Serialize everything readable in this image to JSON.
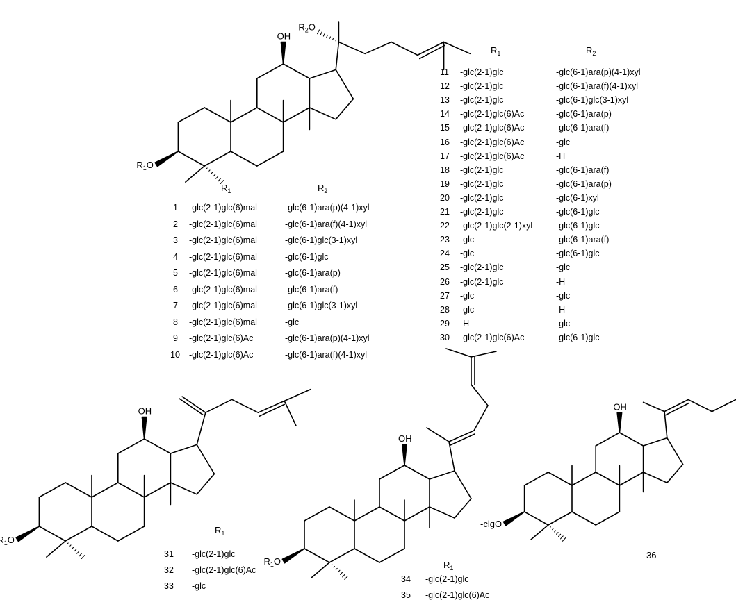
{
  "structures": [
    {
      "id": "A",
      "oh": "OH",
      "r1o": "R1O",
      "r2o": "R2O"
    },
    {
      "id": "B",
      "oh": "OH",
      "r1o": "R1O"
    },
    {
      "id": "C",
      "oh": "OH",
      "r1o": "R1O"
    },
    {
      "id": "D",
      "oh": "OH",
      "r1o": "-clgO",
      "compound": "36"
    }
  ],
  "tableA": {
    "col_r1": "R1",
    "col_r2": "R2",
    "rows": [
      {
        "n": "1",
        "r1": "-glc(2-1)glc(6)mal",
        "r2": "-glc(6-1)ara(p)(4-1)xyl"
      },
      {
        "n": "2",
        "r1": "-glc(2-1)glc(6)mal",
        "r2": "-glc(6-1)ara(f)(4-1)xyl"
      },
      {
        "n": "3",
        "r1": "-glc(2-1)glc(6)mal",
        "r2": "-glc(6-1)glc(3-1)xyl"
      },
      {
        "n": "4",
        "r1": "-glc(2-1)glc(6)mal",
        "r2": "-glc(6-1)glc"
      },
      {
        "n": "5",
        "r1": "-glc(2-1)glc(6)mal",
        "r2": "-glc(6-1)ara(p)"
      },
      {
        "n": "6",
        "r1": "-glc(2-1)glc(6)mal",
        "r2": "-glc(6-1)ara(f)"
      },
      {
        "n": "7",
        "r1": "-glc(2-1)glc(6)mal",
        "r2": "-glc(6-1)glc(3-1)xyl"
      },
      {
        "n": "8",
        "r1": "-glc(2-1)glc(6)mal",
        "r2": "-glc"
      },
      {
        "n": "9",
        "r1": "-glc(2-1)glc(6)Ac",
        "r2": "-glc(6-1)ara(p)(4-1)xyl"
      },
      {
        "n": "10",
        "r1": "-glc(2-1)glc(6)Ac",
        "r2": "-glc(6-1)ara(f)(4-1)xyl"
      }
    ]
  },
  "tableB": {
    "col_r1": "R1",
    "col_r2": "R2",
    "rows": [
      {
        "n": "11",
        "r1": "-glc(2-1)glc",
        "r2": "-glc(6-1)ara(p)(4-1)xyl"
      },
      {
        "n": "12",
        "r1": "-glc(2-1)glc",
        "r2": "-glc(6-1)ara(f)(4-1)xyl"
      },
      {
        "n": "13",
        "r1": "-glc(2-1)glc",
        "r2": "-glc(6-1)glc(3-1)xyl"
      },
      {
        "n": "14",
        "r1": "-glc(2-1)glc(6)Ac",
        "r2": "-glc(6-1)ara(p)"
      },
      {
        "n": "15",
        "r1": "-glc(2-1)glc(6)Ac",
        "r2": "-glc(6-1)ara(f)"
      },
      {
        "n": "16",
        "r1": "-glc(2-1)glc(6)Ac",
        "r2": "-glc"
      },
      {
        "n": "17",
        "r1": "-glc(2-1)glc(6)Ac",
        "r2": "-H"
      },
      {
        "n": "18",
        "r1": "-glc(2-1)glc",
        "r2": "-glc(6-1)ara(f)"
      },
      {
        "n": "19",
        "r1": "-glc(2-1)glc",
        "r2": "-glc(6-1)ara(p)"
      },
      {
        "n": "20",
        "r1": "-glc(2-1)glc",
        "r2": "-glc(6-1)xyl"
      },
      {
        "n": "21",
        "r1": "-glc(2-1)glc",
        "r2": "-glc(6-1)glc"
      },
      {
        "n": "22",
        "r1": "-glc(2-1)glc(2-1)xyl",
        "r2": "-glc(6-1)glc"
      },
      {
        "n": "23",
        "r1": "-glc",
        "r2": "-glc(6-1)ara(f)"
      },
      {
        "n": "24",
        "r1": "-glc",
        "r2": "-glc(6-1)glc"
      },
      {
        "n": "25",
        "r1": "-glc(2-1)glc",
        "r2": "-glc"
      },
      {
        "n": "26",
        "r1": "-glc(2-1)glc",
        "r2": "-H"
      },
      {
        "n": "27",
        "r1": "-glc",
        "r2": "-glc"
      },
      {
        "n": "28",
        "r1": "-glc",
        "r2": "-H"
      },
      {
        "n": "29",
        "r1": "-H",
        "r2": "-glc"
      },
      {
        "n": "30",
        "r1": "-glc(2-1)glc(6)Ac",
        "r2": "-glc(6-1)glc"
      }
    ]
  },
  "tableC": {
    "col_r1": "R1",
    "rows": [
      {
        "n": "31",
        "r1": "-glc(2-1)glc"
      },
      {
        "n": "32",
        "r1": "-glc(2-1)glc(6)Ac"
      },
      {
        "n": "33",
        "r1": "-glc"
      }
    ]
  },
  "tableD": {
    "col_r1": "R1",
    "rows": [
      {
        "n": "34",
        "r1": "-glc(2-1)glc"
      },
      {
        "n": "35",
        "r1": "-glc(2-1)glc(6)Ac"
      }
    ]
  }
}
